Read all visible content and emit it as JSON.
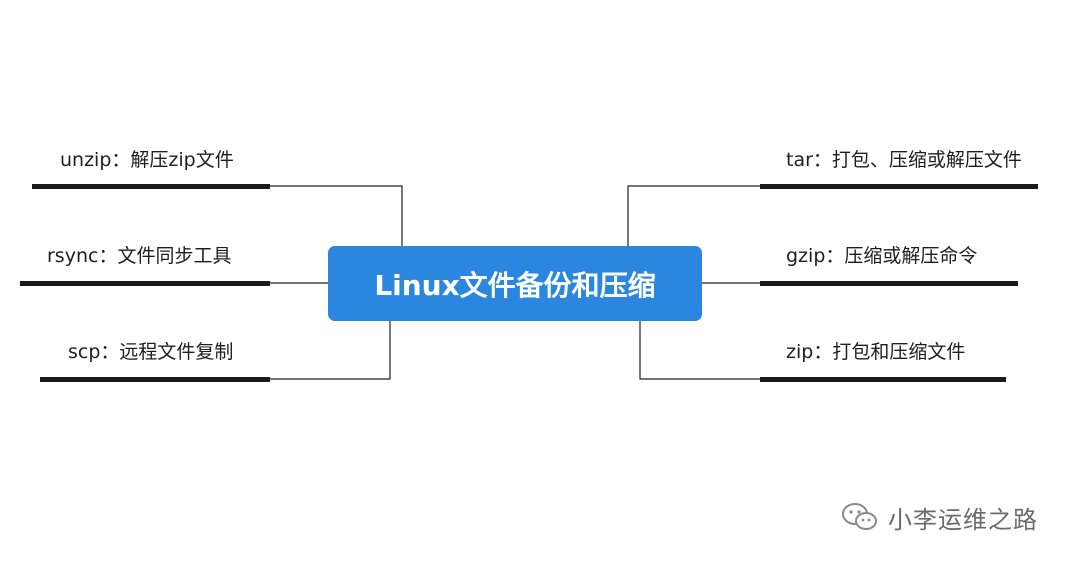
{
  "central_topic": "Linux文件备份和压缩",
  "left_branches": [
    {
      "label": "unzip：解压zip文件"
    },
    {
      "label": "rsync：文件同步工具"
    },
    {
      "label": "scp：远程文件复制"
    }
  ],
  "right_branches": [
    {
      "label": "tar：打包、压缩或解压文件"
    },
    {
      "label": "gzip：压缩或解压命令"
    },
    {
      "label": "zip：打包和压缩文件"
    }
  ],
  "watermark": {
    "icon": "wechat-icon",
    "text": "小李运维之路"
  },
  "colors": {
    "central_fill": "#2a86df",
    "central_text": "#ffffff",
    "branch_line": "#1a1a1a",
    "watermark_text": "#6a6a6a"
  }
}
